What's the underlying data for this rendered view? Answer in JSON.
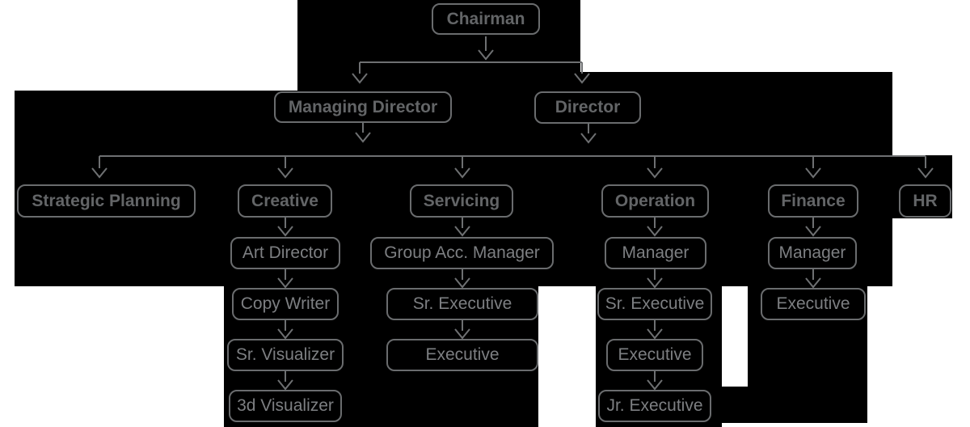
{
  "diagram": {
    "type": "org-chart",
    "nodes": {
      "chairman": "Chairman",
      "managing_director": "Managing Director",
      "director": "Director",
      "strategic_planning": "Strategic Planning",
      "creative": "Creative",
      "servicing": "Servicing",
      "operation": "Operation",
      "finance": "Finance",
      "hr": "HR",
      "art_director": "Art Director",
      "copy_writer": "Copy Writer",
      "sr_visualizer": "Sr. Visualizer",
      "visualizer_3d": "3d Visualizer",
      "group_acc_manager": "Group Acc. Manager",
      "servicing_sr_executive": "Sr. Executive",
      "servicing_executive": "Executive",
      "operation_manager": "Manager",
      "operation_sr_executive": "Sr. Executive",
      "operation_executive": "Executive",
      "operation_jr_executive": "Jr. Executive",
      "finance_manager": "Manager",
      "finance_executive": "Executive"
    },
    "structure": {
      "top": "chairman",
      "level1": [
        "managing_director",
        "director"
      ],
      "departments": [
        "strategic_planning",
        "creative",
        "servicing",
        "operation",
        "finance",
        "hr"
      ],
      "chains": {
        "creative": [
          "art_director",
          "copy_writer",
          "sr_visualizer",
          "visualizer_3d"
        ],
        "servicing": [
          "group_acc_manager",
          "servicing_sr_executive",
          "servicing_executive"
        ],
        "operation": [
          "operation_manager",
          "operation_sr_executive",
          "operation_executive",
          "operation_jr_executive"
        ],
        "finance": [
          "finance_manager",
          "finance_executive"
        ]
      }
    },
    "colors": {
      "canvas": "#ffffff",
      "background_blocks": "#000000",
      "box_border": "#6a6c6e",
      "connector": "#6e7072",
      "label_bold": "#636567",
      "label_regular": "#7d7f82"
    }
  }
}
